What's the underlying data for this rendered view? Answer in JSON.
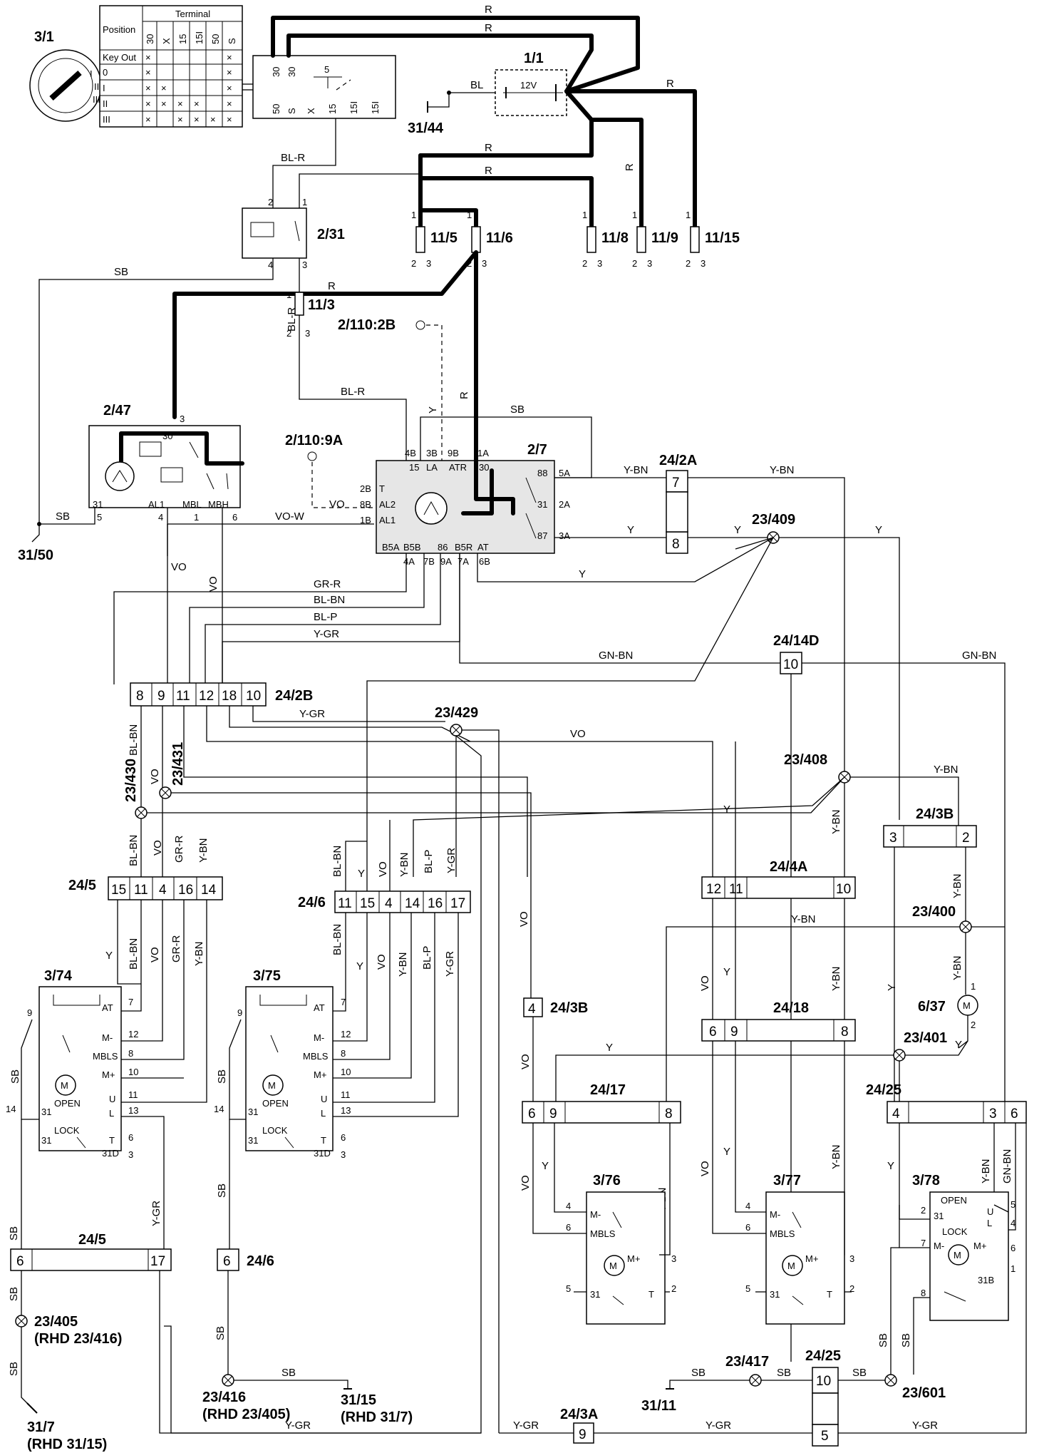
{
  "components": {
    "ignition_switch": "3/1",
    "battery": "1/1",
    "battery_voltage": "12V",
    "ground_battery": "31/44",
    "relay_2_31": "2/31",
    "fuses": [
      "11/5",
      "11/6",
      "11/8",
      "11/9",
      "11/15"
    ],
    "fuse_11_3": "11/3",
    "module_2_47": "2/47",
    "module_2_7": "2/7",
    "ref_2_110_2b": "2/110:2B",
    "ref_2_110_9a": "2/110:9A",
    "ground_31_50": "31/50",
    "conn_24_2a": "24/2A",
    "conn_24_2b": "24/2B",
    "conn_24_14d": "24/14D",
    "splice_23_409": "23/409",
    "splice_23_429": "23/429",
    "splice_23_430": "23/430",
    "splice_23_431": "23/431",
    "splice_23_408": "23/408",
    "conn_24_3b": "24/3B",
    "conn_24_5": "24/5",
    "conn_24_6": "24/6",
    "conn_24_4a": "24/4A",
    "splice_23_400": "23/400",
    "motor_6_37": "6/37",
    "lock_3_74": "3/74",
    "lock_3_75": "3/75",
    "conn_24_18": "24/18",
    "splice_23_401": "23/401",
    "conn_24_17": "24/17",
    "conn_24_25": "24/25",
    "lock_3_76": "3/76",
    "lock_3_77": "3/77",
    "lock_3_78": "3/78",
    "splice_23_405": "23/405",
    "splice_23_405_rhd": "(RHD 23/416)",
    "splice_23_416": "23/416",
    "splice_23_416_rhd": "(RHD 23/405)",
    "ground_31_15": "31/15",
    "ground_31_15_rhd": "(RHD 31/7)",
    "ground_31_7": "31/7",
    "ground_31_7_rhd": "(RHD 31/15)",
    "ground_31_11": "31/11",
    "splice_23_417": "23/417",
    "splice_23_601": "23/601",
    "conn_24_3a": "24/3A"
  },
  "ignition_table": {
    "position_header": "Position",
    "terminal_header": "Terminal",
    "terminals": [
      "30",
      "X",
      "15",
      "15I",
      "50",
      "S"
    ],
    "rows": [
      {
        "label": "Key Out",
        "marks": [
          true,
          false,
          false,
          false,
          false,
          true
        ]
      },
      {
        "label": "0",
        "marks": [
          true,
          false,
          false,
          false,
          false,
          true
        ]
      },
      {
        "label": "I",
        "marks": [
          true,
          true,
          false,
          false,
          false,
          true
        ]
      },
      {
        "label": "II",
        "marks": [
          true,
          true,
          true,
          true,
          false,
          true
        ]
      },
      {
        "label": "III",
        "marks": [
          true,
          false,
          true,
          true,
          true,
          true
        ]
      }
    ],
    "mark": "×"
  },
  "ignition_terminals": {
    "top": [
      "30",
      "30",
      "5"
    ],
    "bottom": [
      "50",
      "S",
      "X",
      "15",
      "15I",
      "15I"
    ]
  },
  "wire_colors": {
    "r": "R",
    "bl": "BL",
    "bl_r": "BL-R",
    "sb": "SB",
    "y": "Y",
    "y_bn": "Y-BN",
    "vo": "VO",
    "vo_w": "VO-W",
    "gr_r": "GR-R",
    "bl_bn": "BL-BN",
    "bl_p": "BL-P",
    "y_gr": "Y-GR",
    "gn_bn": "GN-BN"
  },
  "pins": {
    "relay": [
      "2",
      "1",
      "4",
      "3"
    ],
    "fuse": [
      "1",
      "2",
      "3"
    ],
    "m247": [
      "30",
      "3",
      "31",
      "AL1",
      "MBL",
      "MBH",
      "5",
      "4",
      "1",
      "6"
    ],
    "m27_top": [
      "4B",
      "3B",
      "9B",
      "1A",
      "15",
      "LA",
      "ATR",
      "30"
    ],
    "m27_left": [
      "2B",
      "8B",
      "1B",
      "T",
      "AL2",
      "AL1"
    ],
    "m27_right": [
      "5A",
      "2A",
      "3A",
      "88",
      "31",
      "87"
    ],
    "m27_bottom": [
      "B5A",
      "B5B",
      "86",
      "B5R",
      "AT",
      "4A",
      "7B",
      "9A",
      "7A",
      "6B"
    ],
    "c24_2a": [
      "7",
      "8"
    ],
    "c24_2b": [
      "8",
      "9",
      "11",
      "12",
      "18",
      "10"
    ],
    "c24_14d": "10",
    "c24_3b_top": [
      "3",
      "2"
    ],
    "c24_5": [
      "15",
      "11",
      "4",
      "16",
      "14"
    ],
    "c24_6": [
      "11",
      "15",
      "4",
      "14",
      "16",
      "17"
    ],
    "c24_4a": [
      "12",
      "11",
      "10"
    ],
    "c24_3b_mid": "4",
    "c24_18": [
      "6",
      "9",
      "8"
    ],
    "c24_17": [
      "6",
      "9",
      "8"
    ],
    "c24_25": [
      "4",
      "3",
      "6"
    ],
    "c24_5_bot": [
      "6",
      "17"
    ],
    "c24_6_bot": "6",
    "c24_25_bot": [
      "10",
      "5"
    ],
    "c24_3a": "9",
    "m637": [
      "1",
      "2"
    ],
    "lock_front": [
      "AT",
      "M-",
      "MBLS",
      "M+",
      "U",
      "L",
      "T",
      "31D",
      "OPEN",
      "LOCK",
      "7",
      "12",
      "8",
      "10",
      "11",
      "13",
      "6",
      "3",
      "9",
      "14",
      "31"
    ],
    "lock_rear": [
      "M-",
      "MBLS",
      "M+",
      "T",
      "31",
      "4",
      "6",
      "3",
      "5",
      "2"
    ],
    "lock_3_78": [
      "OPEN",
      "LOCK",
      "31",
      "U",
      "L",
      "M-",
      "M+",
      "31B",
      "2",
      "5",
      "4",
      "7",
      "6",
      "1",
      "8"
    ],
    "motor": "M"
  }
}
